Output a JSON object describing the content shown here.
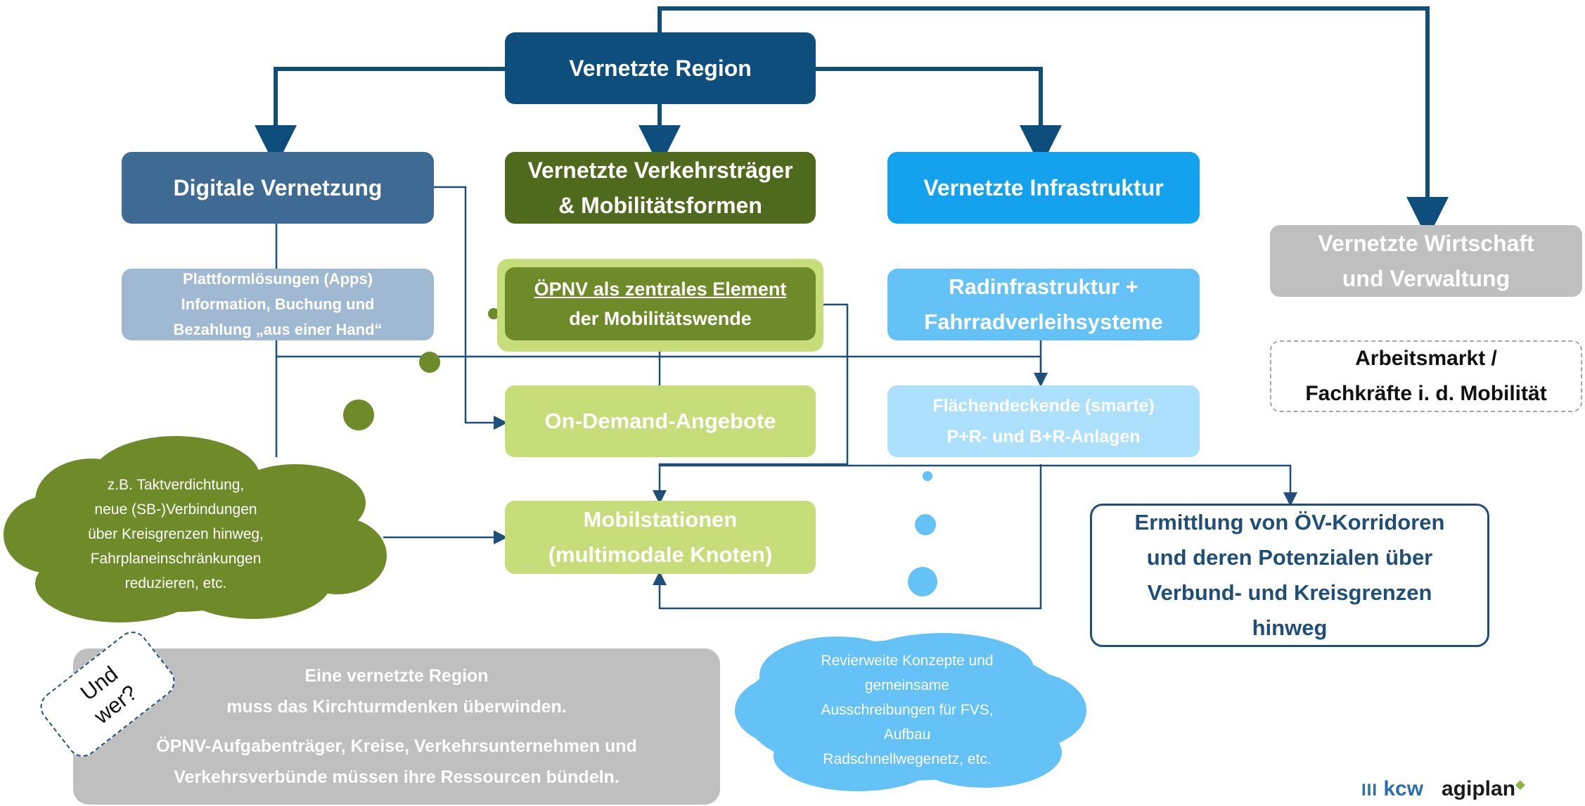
{
  "root": {
    "label": "Vernetzte Region"
  },
  "digital": {
    "label": "Digitale Vernetzung"
  },
  "verkehr": {
    "line1": "Vernetzte Verkehrsträger",
    "line2": "& Mobilitätsformen"
  },
  "infra": {
    "label": "Vernetzte Infrastruktur"
  },
  "wirtschaft": {
    "line1": "Vernetzte Wirtschaft",
    "line2": "und Verwaltung"
  },
  "plattform": {
    "line1": "Plattformlösungen (Apps)",
    "line2": "Information, Buchung und",
    "line3": "Bezahlung „aus einer Hand“"
  },
  "oepnv": {
    "line1": "ÖPNV als zentrales Element",
    "line2": "der Mobilitätswende"
  },
  "rad": {
    "line1": "Radinfrastruktur +",
    "line2": "Fahrradverleihsysteme"
  },
  "arbeitsmarkt": {
    "line1": "Arbeitsmarkt /",
    "line2": "Fachkräfte i. d. Mobilität"
  },
  "ondemand": {
    "label": "On-Demand-Angebote"
  },
  "flaechen": {
    "line1": "Flächendeckende (smarte)",
    "line2": "P+R- und B+R-Anlagen"
  },
  "mobilstationen": {
    "line1": "Mobilstationen",
    "line2": "(multimodale Knoten)"
  },
  "korridore": {
    "line1": "Ermittlung von ÖV-Korridoren",
    "line2": "und deren Potenzialen über",
    "line3": "Verbund- und Kreisgrenzen",
    "line4": "hinweg"
  },
  "cloud_green": {
    "line1": "z.B. Taktverdichtung,",
    "line2": "neue (SB-)Verbindungen",
    "line3": "über Kreisgrenzen hinweg,",
    "line4": "Fahrplaneinschränkungen",
    "line5": "reduzieren, etc."
  },
  "cloud_blue": {
    "line1": "Revierweite Konzepte und",
    "line2": "gemeinsame",
    "line3": "Ausschreibungen für FVS,",
    "line4": "Aufbau",
    "line5": "Radschnellwegenetz, etc."
  },
  "summary": {
    "line1": "Eine vernetzte Region",
    "line2": "muss das Kirchturmdenken überwinden.",
    "line3": "ÖPNV-Aufgabenträger, Kreise, Verkehrsunternehmen und",
    "line4": "Verkehrsverbünde müssen ihre Ressourcen bündeln."
  },
  "und_wer": {
    "line1": "Und",
    "line2": "wer?"
  },
  "logos": {
    "kcw": "kcw",
    "agiplan": "agiplan"
  },
  "colors": {
    "dark_blue": "#0d4e7c",
    "digital": "#3e6a93",
    "light_slate": "#a0b9d3",
    "dark_green": "#4f6a1d",
    "mid_green": "#6f8a28",
    "light_green": "#c7dd7a",
    "bright_blue": "#14a2ee",
    "light_blue": "#64c2f6",
    "pale_blue": "#ade0fc",
    "grey": "#bfbfbf"
  }
}
